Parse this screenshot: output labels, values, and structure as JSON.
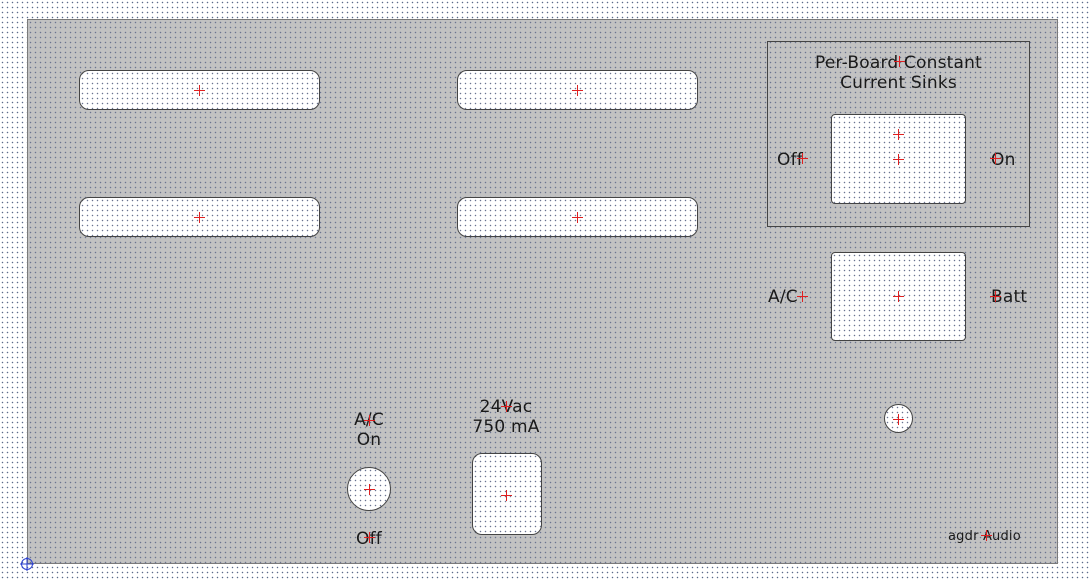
{
  "labels": {
    "ccs_title_line1": "Per-Board Constant",
    "ccs_title_line2": "Current Sinks",
    "ccs_off": "Off",
    "ccs_on": "On",
    "source_left": "A/C",
    "source_right": "Batt",
    "ac_line1": "A/C",
    "ac_line2": "On",
    "ac_off": "Off",
    "power_line1": "24Vac",
    "power_line2": "750 mA",
    "brand": "agdr Audio"
  },
  "colors": {
    "panel": "#c2c2c2",
    "cutout": "#ffffff",
    "outline": "#444444",
    "center_mark": "#e02020",
    "origin_mark": "#2a3fd0"
  },
  "icons": {
    "center_mark": "crosshair-icon",
    "origin_mark": "origin-crosshair-icon"
  }
}
